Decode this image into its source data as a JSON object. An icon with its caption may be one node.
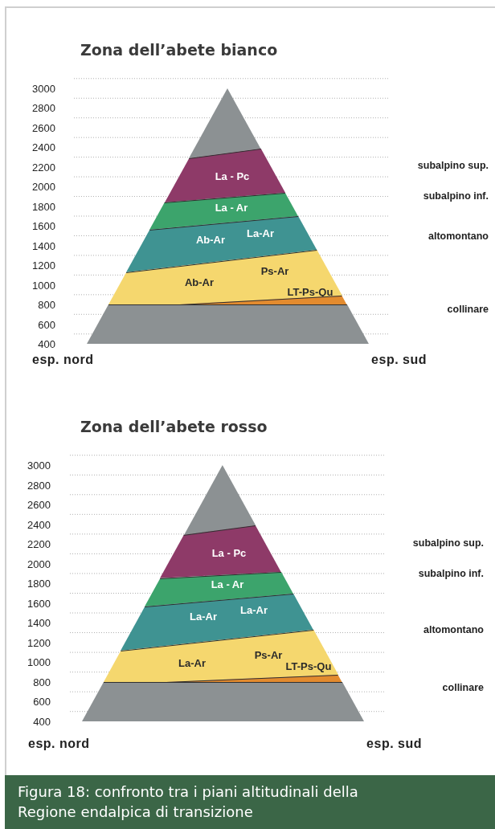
{
  "diagram": {
    "caption": "Figura 18: confronto tra i piani altitudinali della Regione endalpica di transizione",
    "nodes": [
      {
        "text": [],
        "shape": "triangle"
      },
      {
        "text": [
          "La - Pc"
        ]
      },
      {
        "text": [
          "La - Ar"
        ]
      },
      {
        "text": [
          "Ab-Ar",
          "La-Ar"
        ]
      },
      {
        "text": [
          "Ab-Ar",
          "Ps-Ar",
          "LT-Ps-Qu"
        ]
      },
      {
        "text": [],
        "shape": "wedge"
      },
      {
        "text": [],
        "shape": "band"
      },
      {
        "text": [],
        "shape": "triangle"
      },
      {
        "text": [
          "La - Pc"
        ]
      },
      {
        "text": [
          "La - Ar"
        ]
      },
      {
        "text": [
          "La-Ar",
          "La-Ar"
        ]
      },
      {
        "text": [
          "La-Ar",
          "Ps-Ar",
          "LT-Ps-Qu"
        ]
      },
      {
        "text": [],
        "shape": "wedge"
      },
      {
        "text": [],
        "shape": "band"
      }
    ],
    "labels": [
      "Zona dell’abete bianco",
      "3000",
      "2800",
      "2600",
      "2400",
      "2200",
      "2000",
      "1800",
      "1600",
      "1400",
      "1200",
      "1000",
      "800",
      "600",
      "400",
      "subalpino sup.",
      "subalpino inf.",
      "altomontano",
      "collinare",
      "esp. nord",
      "esp. sud",
      "Zona dell’abete rosso",
      "3000",
      "2800",
      "2600",
      "2400",
      "2200",
      "2000",
      "1800",
      "1600",
      "1400",
      "1200",
      "1000",
      "800",
      "600",
      "400",
      "subalpino sup.",
      "subalpino inf.",
      "altomontano",
      "collinare",
      "esp. nord",
      "esp. sud"
    ]
  }
}
